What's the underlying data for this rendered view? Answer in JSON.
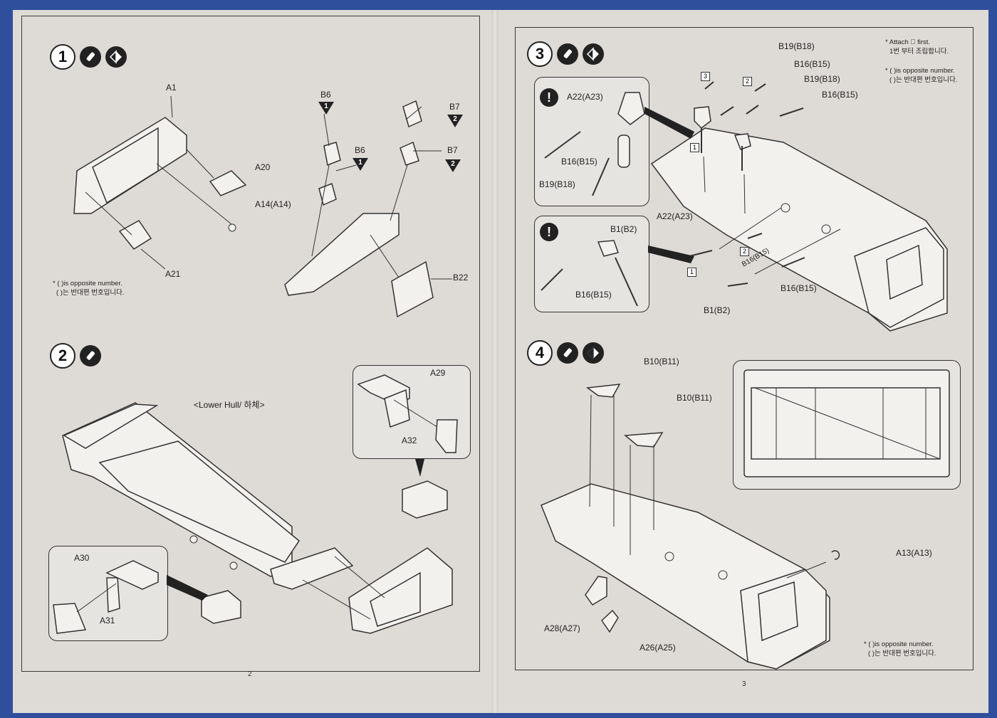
{
  "left_page": {
    "page_number": "2",
    "step1": {
      "number": "1",
      "icons": [
        "glue-icon",
        "both-sides-icon"
      ],
      "labels": {
        "a1": "A1",
        "a20": "A20",
        "a14": "A14(A14)",
        "a21": "A21",
        "b6_top": "B6",
        "b6_mid": "B6",
        "b7_top": "B7",
        "b7_mid": "B7",
        "b22": "B22"
      },
      "triangles": {
        "b6_top": "1",
        "b6_mid": "1",
        "b7_top": "2",
        "b7_mid": "2"
      },
      "note_en": "* ( )is opposite number.",
      "note_ko": "( )는 반대편 번호입니다."
    },
    "step2": {
      "number": "2",
      "icons": [
        "glue-icon"
      ],
      "labels": {
        "hull": "<Lower Hull/ 하체>",
        "a29": "A29",
        "a32": "A32",
        "a30": "A30",
        "a31": "A31"
      }
    }
  },
  "right_page": {
    "page_number": "3",
    "step3": {
      "number": "3",
      "icons": [
        "glue-icon",
        "both-sides-icon"
      ],
      "note1_en": "* Attach ⃞ first.",
      "note1_ko": "1번 부터 조립합니다.",
      "note2_en": "* ( )is opposite number.",
      "note2_ko": "( )는 반대편 번호입니다.",
      "labels": {
        "b19_top": "B19(B18)",
        "b16_a": "B16(B15)",
        "b19_b": "B19(B18)",
        "b16_b": "B16(B15)",
        "a22_inset": "A22(A23)",
        "b16_inset": "B16(B15)",
        "b19_inset": "B19(B18)",
        "a22_main": "A22(A23)",
        "b1_inset": "B1(B2)",
        "b16_inset2": "B16(B15)",
        "b16_rot": "B16(B15)",
        "b16_lower": "B16(B15)",
        "b1_main": "B1(B2)"
      },
      "order_marks": [
        "3",
        "2",
        "1",
        "2",
        "1"
      ]
    },
    "step4": {
      "number": "4",
      "icons": [
        "glue-icon",
        "both-sides-icon"
      ],
      "labels": {
        "b10_a": "B10(B11)",
        "b10_b": "B10(B11)",
        "a13": "A13(A13)",
        "a28": "A28(A27)",
        "a26": "A26(A25)"
      },
      "note_en": "* ( )is opposite number.",
      "note_ko": "( )는 반대편 번호입니다."
    }
  },
  "colors": {
    "background": "#2f4f9c",
    "paper": "#dedbd6",
    "ink": "#222222"
  }
}
